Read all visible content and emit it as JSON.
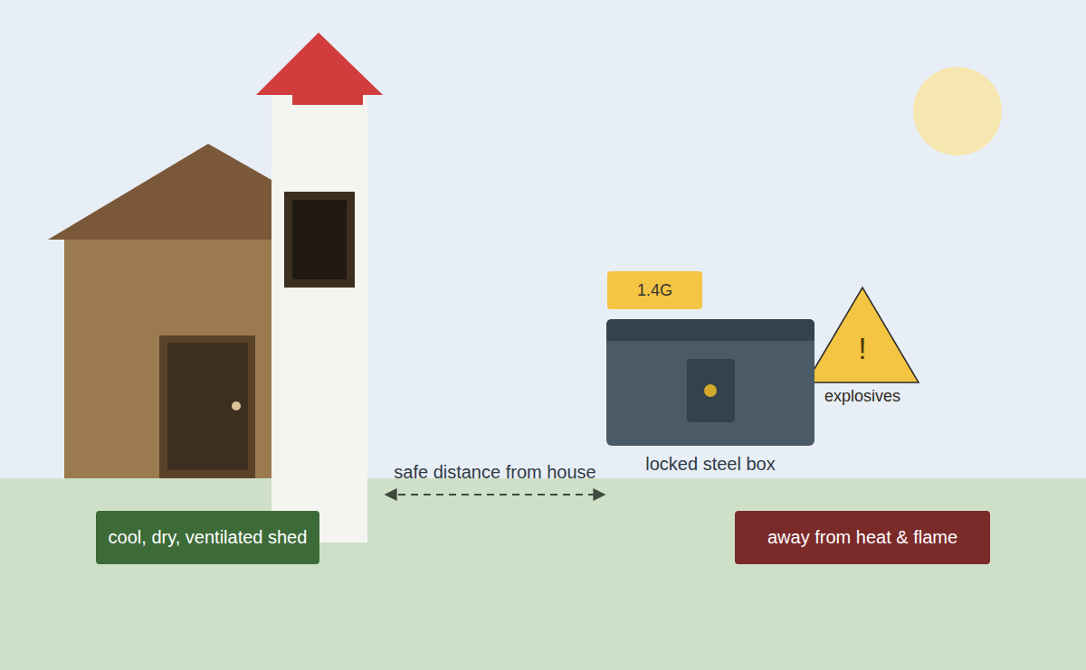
{
  "diagram": {
    "nodes": [
      {
        "text": [
          "1.4G"
        ]
      },
      {
        "text": [
          "!",
          "explosives"
        ]
      },
      {
        "text": [
          "locked steel box"
        ]
      },
      {
        "text": [
          "cool, dry, ventilated shed"
        ]
      },
      {
        "text": [
          "away from heat & flame"
        ]
      }
    ],
    "labels": [
      "safe distance from house"
    ]
  }
}
